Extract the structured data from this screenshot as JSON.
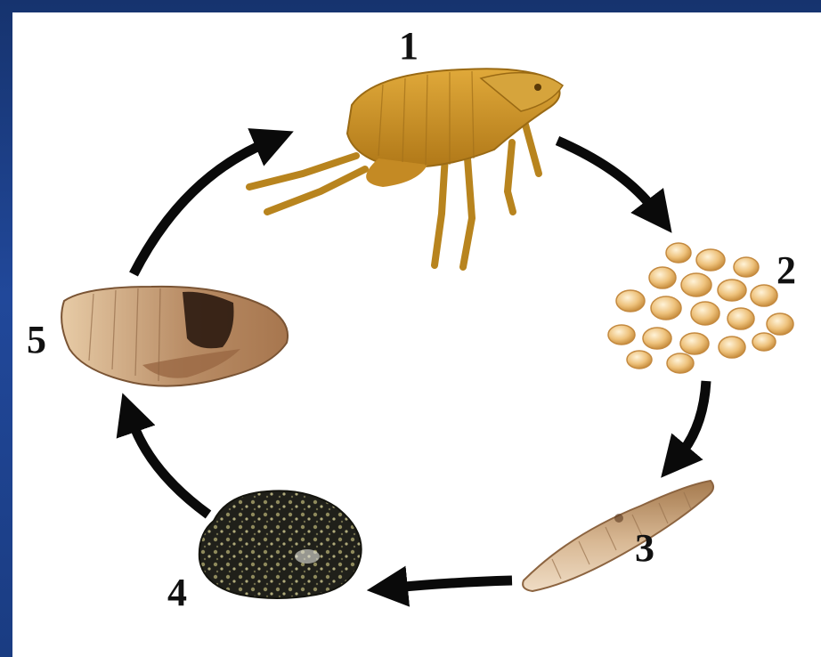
{
  "diagram": {
    "stages": [
      {
        "number": "1",
        "icon": "adult-flea-icon"
      },
      {
        "number": "2",
        "icon": "eggs-icon"
      },
      {
        "number": "3",
        "icon": "larva-icon"
      },
      {
        "number": "4",
        "icon": "cocoon-icon"
      },
      {
        "number": "5",
        "icon": "pupa-icon"
      }
    ],
    "colors": {
      "frame": "#1c3f86",
      "panel": "#ffffff",
      "arrow": "#0a0a0a",
      "flea": "#d09a2e",
      "egg": "#edc27e",
      "larva": "#c7a27a",
      "cocoon": "#2a2a1c",
      "pupa": "#c99a72"
    }
  }
}
